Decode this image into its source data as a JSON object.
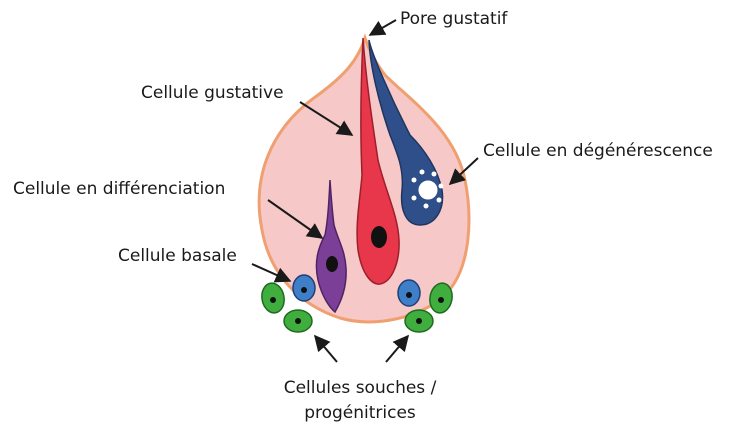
{
  "labels": {
    "pore": "Pore gustatif",
    "gustative": "Cellule gustative",
    "degeneration": "Cellule en dégénérescence",
    "differentiation": "Cellule en différenciation",
    "basal": "Cellule basale",
    "stem_line1": "Cellules souches /",
    "stem_line2": "progénitrices"
  },
  "colors": {
    "bud_fill": "#f7c8c8",
    "bud_outline": "#f0a070",
    "gustative_cell": "#e8364a",
    "degenerating_cell": "#2f4f8a",
    "differentiating_cell": "#7b3f98",
    "basal_cell": "#3f7fc8",
    "stem_cell": "#3fae3f",
    "nucleus": "#111111"
  }
}
